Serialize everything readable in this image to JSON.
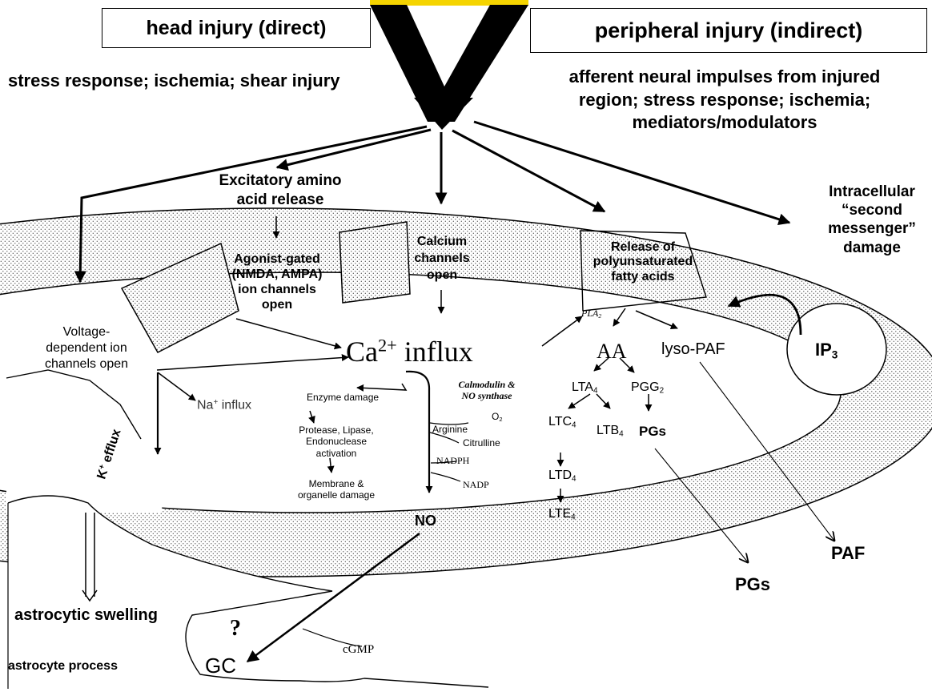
{
  "top_boxes": {
    "direct": "head injury (direct)",
    "indirect": "peripheral injury (indirect)"
  },
  "direct_causes": "stress response;  ischemia; shear injury",
  "indirect_causes": [
    "afferent neural impulses from injured",
    "region; stress response;  ischemia;",
    "mediators/modulators"
  ],
  "pathways": {
    "excitatory": [
      "Excitatory amino",
      "acid release"
    ],
    "agonist": [
      "Agonist-gated",
      "(NMDA, AMPA)",
      "ion channels",
      "open"
    ],
    "calcium": [
      "Calcium",
      "channels",
      "open"
    ],
    "voltage": [
      "Voltage-",
      "dependent ion",
      "channels open"
    ],
    "pufa": [
      "Release of",
      "polyunsaturated",
      "fatty acids"
    ],
    "second_messenger": [
      "Intracellular",
      "“second",
      "messenger”",
      "damage"
    ]
  },
  "ca_influx": {
    "base": "Ca",
    "sup": "2+",
    "rest": " influx"
  },
  "na_influx": {
    "base": "Na",
    "sup": "+",
    "rest": " influx"
  },
  "k_efflux": {
    "base": "K",
    "sup": "+",
    "rest": " efflux"
  },
  "enzyme_cascade": {
    "damage": "Enzyme damage",
    "activation": [
      "Protease, Lipase,",
      "Endonuclease",
      "activation"
    ],
    "membrane": [
      "Membrane &",
      "organelle damage"
    ]
  },
  "no_pathway": {
    "enzymes": [
      "Calmodulin &",
      "NO synthase"
    ],
    "o2": {
      "base": "O",
      "sub": "2"
    },
    "arginine": "Arginine",
    "citrulline": "Citrulline",
    "nadph": "NADPH",
    "nadp": "NADP",
    "no": "NO"
  },
  "lipid_pathway": {
    "pla2": {
      "base": "PLA",
      "sub": "2"
    },
    "aa": "AA",
    "lyso_paf": "lyso-PAF",
    "lta4": {
      "base": "LTA",
      "sub": "4"
    },
    "pgg2": {
      "base": "PGG",
      "sub": "2"
    },
    "ltc4": {
      "base": "LTC",
      "sub": "4"
    },
    "ltb4": {
      "base": "LTB",
      "sub": "4"
    },
    "pgs_inner": "PGs",
    "ltd4": {
      "base": "LTD",
      "sub": "4"
    },
    "lte4": {
      "base": "LTE",
      "sub": "4"
    }
  },
  "ip3": {
    "base": "IP",
    "sub": "3"
  },
  "outputs": {
    "paf": "PAF",
    "pgs": "PGs"
  },
  "astrocyte": {
    "swelling": "astrocytic swelling",
    "process": "astrocyte process",
    "unknown": "?",
    "gc": "GC",
    "cgmp": "cGMP"
  }
}
